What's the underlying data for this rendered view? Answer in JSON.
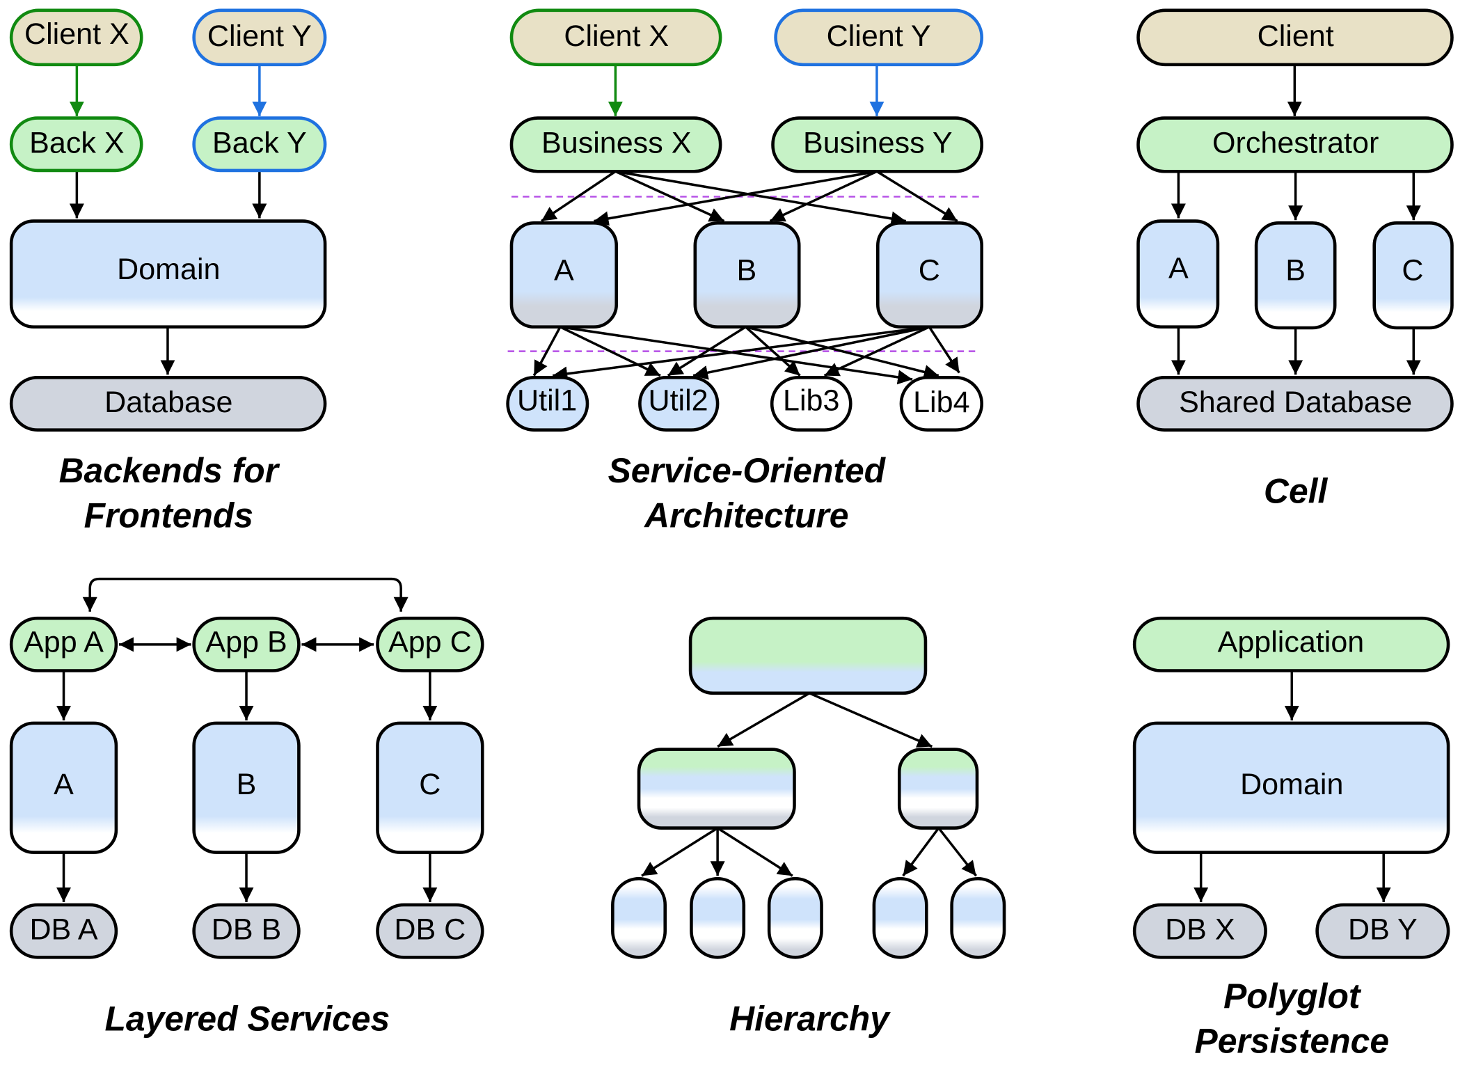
{
  "colors": {
    "client_fill": "#e8e1c6",
    "green_fill": "#c6f2c6",
    "blue_fill": "#cfe3fb",
    "gray_fill": "#d0d5de",
    "white_fill": "#ffffff",
    "x_stroke": "#118a11",
    "y_stroke": "#1f72e0",
    "separator": "#b54ee6"
  },
  "bff": {
    "client_x": "Client X",
    "client_y": "Client Y",
    "back_x": "Back X",
    "back_y": "Back Y",
    "domain": "Domain",
    "database": "Database",
    "caption_line1": "Backends for",
    "caption_line2": "Frontends"
  },
  "soa": {
    "client_x": "Client X",
    "client_y": "Client Y",
    "business_x": "Business X",
    "business_y": "Business Y",
    "service_a": "A",
    "service_b": "B",
    "service_c": "C",
    "util1": "Util1",
    "util2": "Util2",
    "lib3": "Lib3",
    "lib4": "Lib4",
    "caption_line1": "Service-Oriented",
    "caption_line2": "Architecture"
  },
  "cell": {
    "client": "Client",
    "orchestrator": "Orchestrator",
    "cell_a": "A",
    "cell_b": "B",
    "cell_c": "C",
    "shared_database": "Shared Database",
    "caption": "Cell"
  },
  "layered": {
    "app_a": "App A",
    "app_b": "App B",
    "app_c": "App C",
    "service_a": "A",
    "service_b": "B",
    "service_c": "C",
    "db_a": "DB A",
    "db_b": "DB B",
    "db_c": "DB C",
    "caption": "Layered Services"
  },
  "hierarchy": {
    "caption": "Hierarchy"
  },
  "polyglot": {
    "application": "Application",
    "domain": "Domain",
    "db_x": "DB X",
    "db_y": "DB Y",
    "caption_line1": "Polyglot",
    "caption_line2": "Persistence"
  }
}
